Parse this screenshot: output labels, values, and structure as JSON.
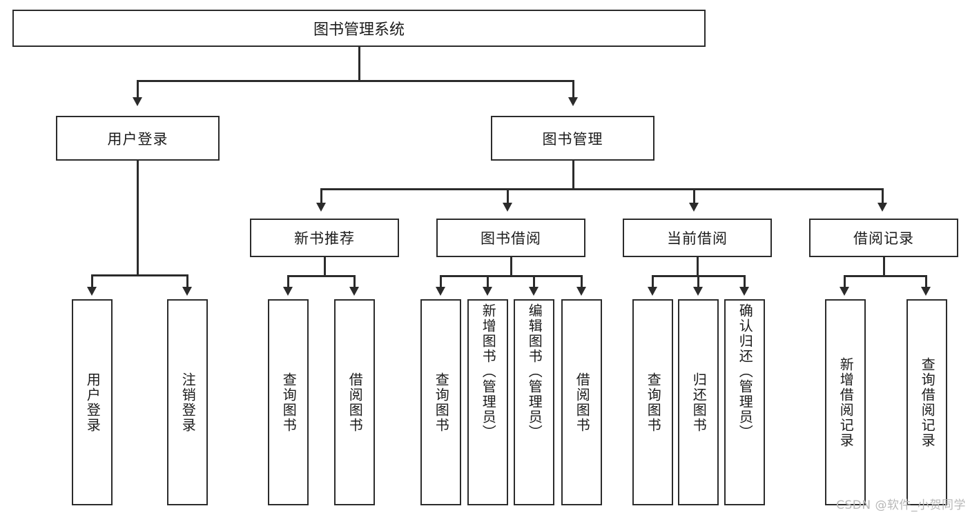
{
  "diagram": {
    "title": "图书管理系统",
    "type": "hierarchy-tree",
    "root": {
      "label": "图书管理系统"
    },
    "level2": [
      {
        "label": "用户登录"
      },
      {
        "label": "图书管理"
      }
    ],
    "level3": [
      {
        "label": "新书推荐"
      },
      {
        "label": "图书借阅"
      },
      {
        "label": "当前借阅"
      },
      {
        "label": "借阅记录"
      }
    ],
    "leaves": {
      "user_login": [
        {
          "label": "用户登录"
        },
        {
          "label": "注销登录"
        }
      ],
      "new_book_recommend": [
        {
          "label": "查询图书"
        },
        {
          "label": "借阅图书"
        }
      ],
      "book_borrow": [
        {
          "label": "查询图书"
        },
        {
          "label": "新增图书（管理员）"
        },
        {
          "label": "编辑图书（管理员）"
        },
        {
          "label": "借阅图书"
        }
      ],
      "current_borrow": [
        {
          "label": "查询图书"
        },
        {
          "label": "归还图书"
        },
        {
          "label": "确认归还（管理员）"
        }
      ],
      "borrow_record": [
        {
          "label": "新增借阅记录"
        },
        {
          "label": "查询借阅记录"
        }
      ]
    }
  },
  "watermark": {
    "text": "CSDN @软件_小贺同学"
  },
  "colors": {
    "stroke": "#2b2b2b",
    "background": "#ffffff",
    "watermark": "#b8b8b8"
  }
}
